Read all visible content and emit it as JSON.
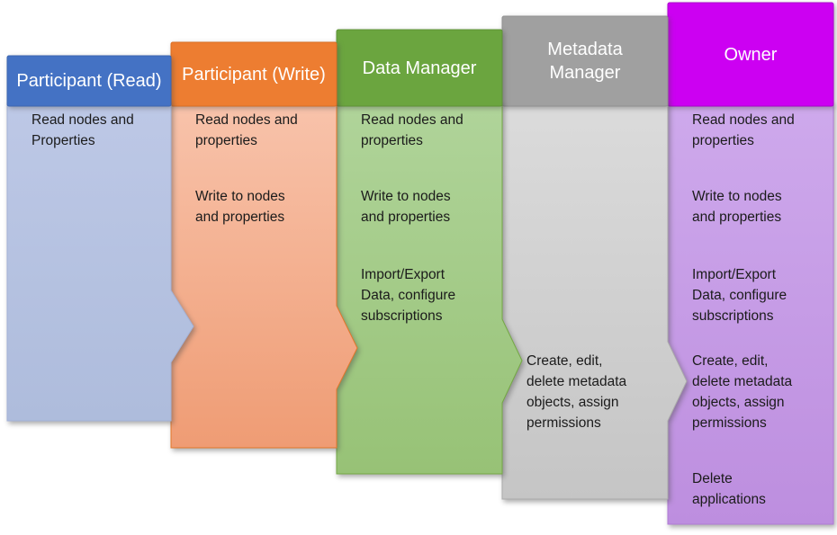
{
  "diagram": {
    "background": "#FFFFFF",
    "text_color": "#1B1B1B",
    "header_text_color": "#FFFFFF",
    "columns": [
      {
        "id": "participant-read",
        "title": "Participant (Read)",
        "header_color": "#4472C4",
        "header_border": "#3D66B0",
        "body_top_color": "#BDC8E6",
        "body_bottom_color": "#AEBCDC",
        "body_border": "#A3B1D6",
        "permissions": {
          "read": "Read nodes and\nProperties"
        }
      },
      {
        "id": "participant-write",
        "title": "Participant (Write)",
        "header_color": "#ED7D31",
        "header_border": "#D96D22",
        "body_top_color": "#F8C3AB",
        "body_bottom_color": "#EF9C74",
        "body_border": "#E2762A",
        "permissions": {
          "read": "Read nodes and\nproperties",
          "write": "Write to nodes\nand properties"
        }
      },
      {
        "id": "data-manager",
        "title": "Data Manager",
        "header_color": "#6BA53F",
        "header_border": "#5E9336",
        "body_top_color": "#B0D49A",
        "body_bottom_color": "#97C276",
        "body_border": "#74A844",
        "permissions": {
          "read": "Read nodes and\nproperties",
          "write": "Write to nodes\nand properties",
          "import": "Import/Export\nData, configure\nsubscriptions"
        }
      },
      {
        "id": "metadata-manager",
        "title": "Metadata\nManager",
        "header_color": "#A0A0A0",
        "header_border": "#909090",
        "body_top_color": "#DBDBDB",
        "body_bottom_color": "#C5C5C5",
        "body_border": "#AAAAAA",
        "permissions": {
          "create": "Create, edit,\ndelete metadata\nobjects, assign\npermissions"
        }
      },
      {
        "id": "owner",
        "title": "Owner",
        "header_color": "#CC00F2",
        "header_border": "#AB00CC",
        "body_top_color": "#CEA9EC",
        "body_bottom_color": "#BD8EDF",
        "body_border": "#B07AD6",
        "permissions": {
          "read": "Read nodes and\nproperties",
          "write": "Write to nodes\nand properties",
          "import": "Import/Export\nData, configure\nsubscriptions",
          "create": "Create, edit,\ndelete metadata\nobjects, assign\npermissions",
          "delete": "Delete\napplications"
        }
      }
    ]
  }
}
